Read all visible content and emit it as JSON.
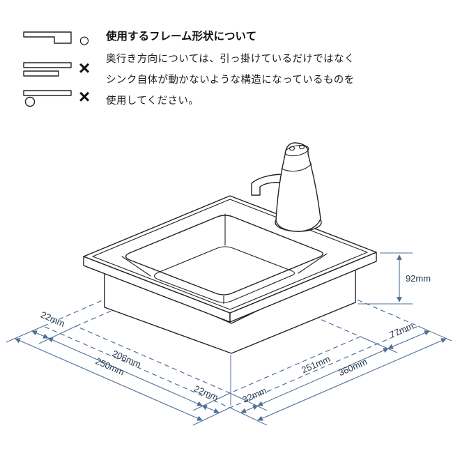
{
  "header": {
    "title": "使用するフレーム形状について",
    "body_lines": [
      "奥行き方向については、引っ掛けているだけではなく",
      "シンク自体が動かないような構造になっているものを",
      "使用してください。"
    ]
  },
  "frame_options": [
    {
      "name": "step-frame-profile",
      "mark_glyph": "○",
      "status": "ok"
    },
    {
      "name": "flat-frame-profile",
      "mark_glyph": "×",
      "status": "ng"
    },
    {
      "name": "bar-frame-profile",
      "mark_glyph": "×",
      "status": "ng"
    }
  ],
  "dimensions": {
    "height": "92mm",
    "back_left_offset": "22mm",
    "opening_depth": "206mm",
    "outer_depth": "250mm",
    "front_left_offset": "22mm",
    "front_right_offset": "32mm",
    "opening_width": "251mm",
    "outer_width": "360mm",
    "back_right_offset": "77mm"
  },
  "colors": {
    "outline": "#222222",
    "dimension_line": "#4d6f96",
    "dimension_text": "#24374a"
  }
}
